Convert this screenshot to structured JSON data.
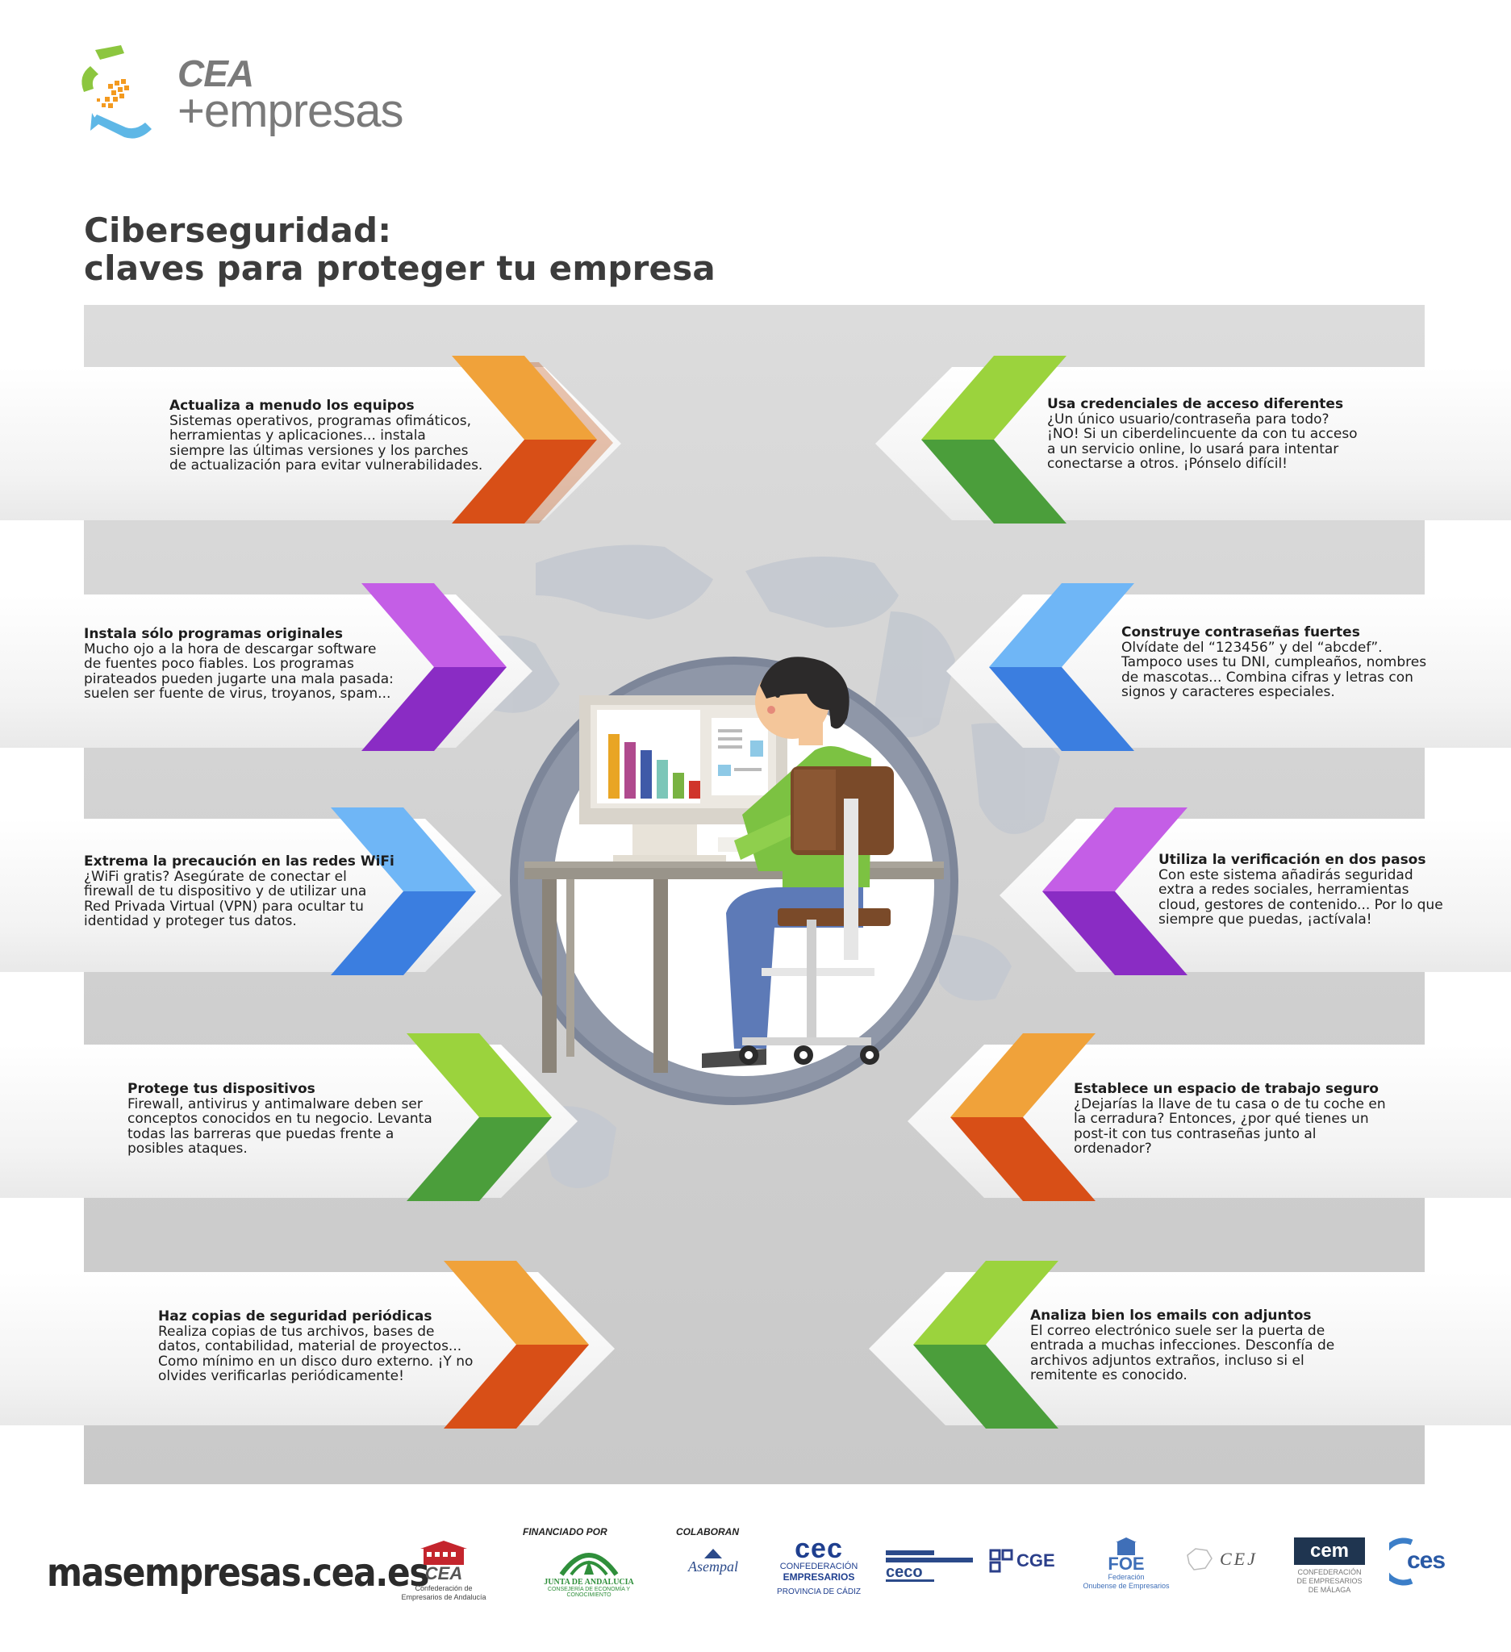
{
  "brand": {
    "name_top": "CEA",
    "name_bottom": "+empresas"
  },
  "title": {
    "line1": "Ciberseguridad:",
    "line2": "claves para proteger tu empresa"
  },
  "tips_left": [
    {
      "heading": "Actualiza a menudo los equipos",
      "body": [
        "Sistemas operativos, programas ofimáticos,",
        "herramientas y aplicaciones... instala",
        "siempre las últimas versiones y los parches",
        "de actualización para evitar vulnerabilidades."
      ],
      "color": "#ec8a1e"
    },
    {
      "heading": "Instala sólo programas originales",
      "body": [
        "Mucho ojo a la hora de descargar software",
        "de fuentes poco fiables. Los programas",
        "pirateados pueden jugarte una mala pasada:",
        "suelen ser fuente de virus, troyanos, spam..."
      ],
      "color": "#a13fd8"
    },
    {
      "heading": "Extrema la precaución en las redes WiFi",
      "body": [
        "¿WiFi gratis? Asegúrate de conectar el",
        "firewall de tu dispositivo y de utilizar una",
        "Red Privada Virtual (VPN) para ocultar tu",
        "identidad y proteger tus datos."
      ],
      "color": "#3f8de8"
    },
    {
      "heading": "Protege tus dispositivos",
      "body": [
        "Firewall, antivirus y antimalware deben ser",
        "conceptos conocidos en tu negocio. Levanta",
        "todas las barreras que puedas frente a",
        "posibles ataques."
      ],
      "color": "#6cbf3a"
    },
    {
      "heading": "Haz copias de seguridad periódicas",
      "body": [
        "Realiza copias de tus archivos, bases de",
        "datos, contabilidad, material de proyectos...",
        "Como mínimo en un disco duro externo. ¡Y no",
        "olvides verificarlas periódicamente!"
      ],
      "color": "#ec8a1e"
    }
  ],
  "tips_right": [
    {
      "heading": "Usa credenciales de acceso diferentes",
      "body": [
        "¿Un único usuario/contraseña para todo?",
        "¡NO! Si un ciberdelincuente da con tu acceso",
        "a un servicio online, lo usará para intentar",
        "conectarse a otros. ¡Pónselo difícil!"
      ],
      "color": "#6cbf3a"
    },
    {
      "heading": "Construye contraseñas fuertes",
      "body": [
        "Olvídate del “123456” y del “abcdef”.",
        "Tampoco uses tu DNI, cumpleaños, nombres",
        "de mascotas... Combina cifras y letras con",
        "signos y caracteres especiales."
      ],
      "color": "#3f8de8"
    },
    {
      "heading": "Utiliza la verificación en dos pasos",
      "body": [
        "Con este sistema añadirás seguridad",
        "extra a redes sociales, herramientas",
        "cloud, gestores de contenido... Por lo que",
        "siempre que puedas, ¡actívala!"
      ],
      "color": "#a13fd8"
    },
    {
      "heading": "Establece un espacio de trabajo seguro",
      "body": [
        "¿Dejarías la llave de tu casa o de tu coche en",
        "la cerradura? Entonces, ¿por qué tienes un",
        "post-it con tus contraseñas junto al",
        "ordenador?"
      ],
      "color": "#ec8a1e"
    },
    {
      "heading": "Analiza bien los emails con adjuntos",
      "body": [
        "El correo electrónico suele ser la puerta de",
        "entrada a muchas infecciones. Desconfía de",
        "archivos adjuntos extraños, incluso si el",
        "remitente es conocido."
      ],
      "color": "#6cbf3a"
    }
  ],
  "footer": {
    "website": "masempresas.cea.es",
    "funded_by": "FINANCIADO POR",
    "collaborate": "COLABORAN",
    "cea_name": "CEA",
    "cea_sub": [
      "Confederación de",
      "Empresarios de Andalucía"
    ],
    "junta_name": "JUNTA DE ANDALUCIA",
    "junta_sub": "CONSEJERÍA DE ECONOMÍA Y CONOCIMIENTO",
    "asempal": "Asempal",
    "cec_name": "cec",
    "cec_sub": [
      "CONFEDERACIÓN",
      "EMPRESARIOS",
      "PROVINCIA DE CÁDIZ"
    ],
    "ceco": "ceco",
    "cge": "CGE",
    "foe": "FOE",
    "foe_sub": [
      "Federación",
      "Onubense de Empresarios"
    ],
    "cej": "CEJ",
    "cem": "cem",
    "cem_sub": [
      "CONFEDERACIÓN",
      "DE EMPRESARIOS",
      "DE MÁLAGA"
    ],
    "ces": "ces"
  }
}
